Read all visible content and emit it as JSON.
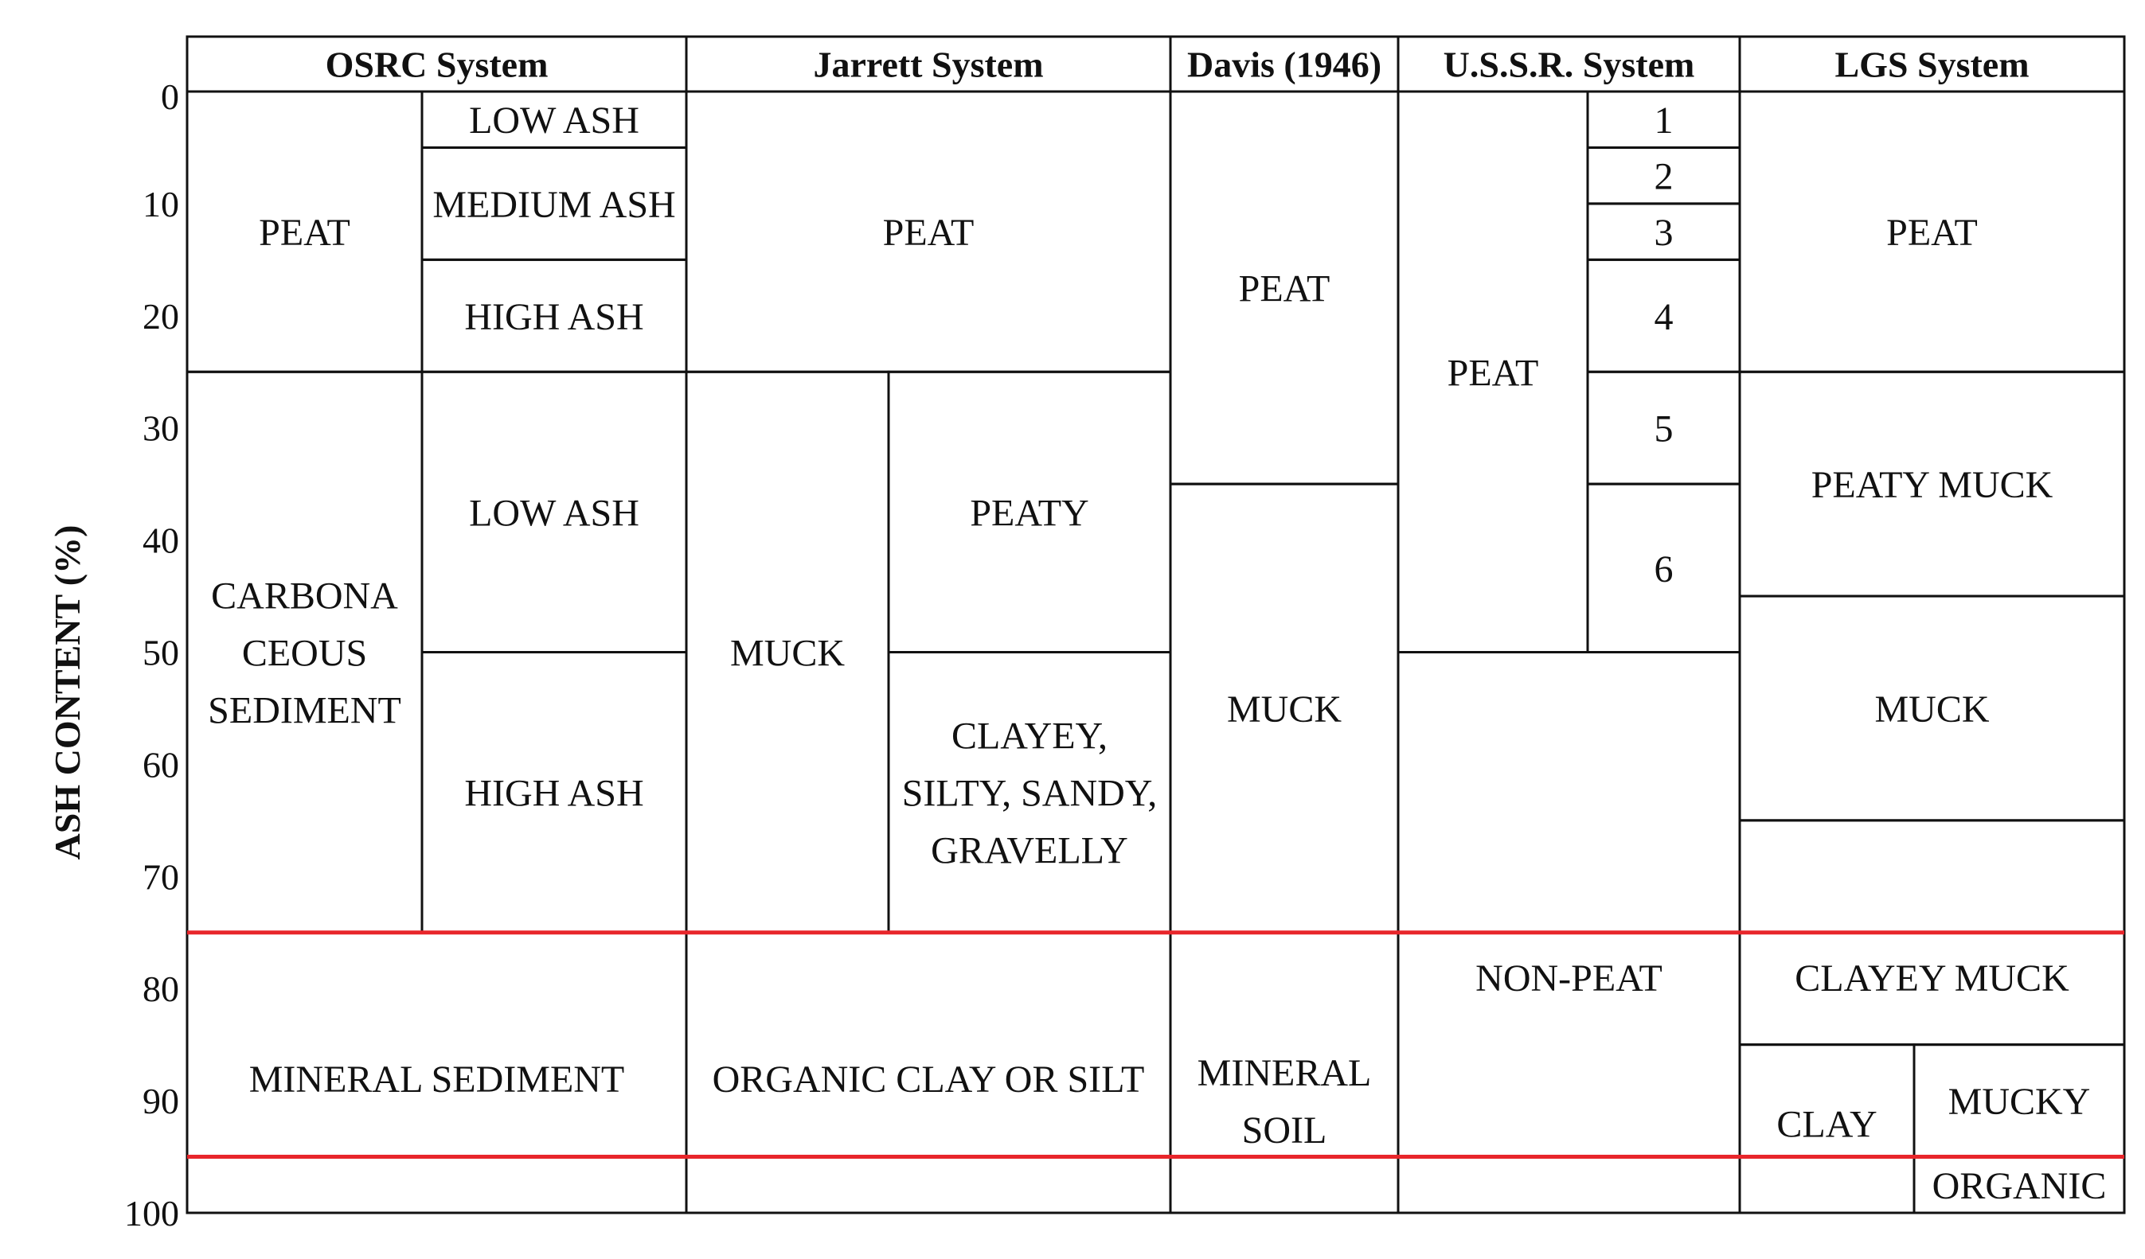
{
  "chart_data": {
    "type": "table",
    "ylabel": "ASH CONTENT (%)",
    "ylim": [
      0,
      100
    ],
    "yticks": [
      "0",
      "10",
      "20",
      "30",
      "40",
      "50",
      "60",
      "70",
      "80",
      "90",
      "100"
    ],
    "systems": [
      "OSRC System",
      "Jarrett System",
      "Davis (1946)",
      "U.S.S.R. System",
      "LGS System"
    ],
    "reference_lines": [
      75,
      95
    ],
    "reference_line_color": "#e8262b",
    "cells": [
      {
        "system": "OSRC System",
        "label": [
          "PEAT"
        ],
        "ash_from": 0,
        "ash_to": 25
      },
      {
        "system": "OSRC System",
        "label": [
          "LOW ASH"
        ],
        "ash_from": 0,
        "ash_to": 5
      },
      {
        "system": "OSRC System",
        "label": [
          "MEDIUM ASH"
        ],
        "ash_from": 5,
        "ash_to": 15
      },
      {
        "system": "OSRC System",
        "label": [
          "HIGH ASH"
        ],
        "ash_from": 15,
        "ash_to": 25
      },
      {
        "system": "OSRC System",
        "label": [
          "CARBONA",
          "CEOUS",
          "SEDIMENT"
        ],
        "ash_from": 25,
        "ash_to": 75
      },
      {
        "system": "OSRC System",
        "label": [
          "LOW ASH"
        ],
        "ash_from": 25,
        "ash_to": 50
      },
      {
        "system": "OSRC System",
        "label": [
          "HIGH ASH"
        ],
        "ash_from": 50,
        "ash_to": 75
      },
      {
        "system": "OSRC System",
        "label": [
          "MINERAL SEDIMENT"
        ],
        "ash_from": 75,
        "ash_to": 100
      },
      {
        "system": "Jarrett System",
        "label": [
          "PEAT"
        ],
        "ash_from": 0,
        "ash_to": 25
      },
      {
        "system": "Jarrett System",
        "label": [
          "MUCK"
        ],
        "ash_from": 25,
        "ash_to": 75
      },
      {
        "system": "Jarrett System",
        "label": [
          "PEATY"
        ],
        "ash_from": 25,
        "ash_to": 50
      },
      {
        "system": "Jarrett System",
        "label": [
          "CLAYEY,",
          "SILTY, SANDY,",
          "GRAVELLY"
        ],
        "ash_from": 50,
        "ash_to": 75
      },
      {
        "system": "Jarrett System",
        "label": [
          "ORGANIC CLAY OR SILT"
        ],
        "ash_from": 75,
        "ash_to": 100
      },
      {
        "system": "Davis (1946)",
        "label": [
          "PEAT"
        ],
        "ash_from": 0,
        "ash_to": 35
      },
      {
        "system": "Davis (1946)",
        "label": [
          "MUCK"
        ],
        "ash_from": 35,
        "ash_to": 75
      },
      {
        "system": "Davis (1946)",
        "label": [
          "MINERAL",
          "SOIL"
        ],
        "ash_from": 75,
        "ash_to": 100
      },
      {
        "system": "U.S.S.R. System",
        "label": [
          "PEAT"
        ],
        "ash_from": 0,
        "ash_to": 50
      },
      {
        "system": "U.S.S.R. System",
        "label": [
          "1"
        ],
        "ash_from": 0,
        "ash_to": 5
      },
      {
        "system": "U.S.S.R. System",
        "label": [
          "2"
        ],
        "ash_from": 5,
        "ash_to": 10
      },
      {
        "system": "U.S.S.R. System",
        "label": [
          "3"
        ],
        "ash_from": 10,
        "ash_to": 15
      },
      {
        "system": "U.S.S.R. System",
        "label": [
          "4"
        ],
        "ash_from": 15,
        "ash_to": 25
      },
      {
        "system": "U.S.S.R. System",
        "label": [
          "5"
        ],
        "ash_from": 25,
        "ash_to": 35
      },
      {
        "system": "U.S.S.R. System",
        "label": [
          "6"
        ],
        "ash_from": 35,
        "ash_to": 50
      },
      {
        "system": "U.S.S.R. System",
        "label": [
          "NON-PEAT"
        ],
        "ash_from": 50,
        "ash_to": 100
      },
      {
        "system": "LGS System",
        "label": [
          "PEAT"
        ],
        "ash_from": 0,
        "ash_to": 25
      },
      {
        "system": "LGS System",
        "label": [
          "PEATY MUCK"
        ],
        "ash_from": 25,
        "ash_to": 45
      },
      {
        "system": "LGS System",
        "label": [
          "MUCK"
        ],
        "ash_from": 45,
        "ash_to": 65
      },
      {
        "system": "LGS System",
        "label": [
          "CLAYEY MUCK"
        ],
        "ash_from": 65,
        "ash_to": 85
      },
      {
        "system": "LGS System",
        "label": [
          "CLAY"
        ],
        "ash_from": 85,
        "ash_to": 100
      },
      {
        "system": "LGS System",
        "label": [
          "MUCKY"
        ],
        "ash_from": 85,
        "ash_to": 95
      },
      {
        "system": "LGS System",
        "label": [
          "ORGANIC"
        ],
        "ash_from": 95,
        "ash_to": 100
      }
    ]
  }
}
